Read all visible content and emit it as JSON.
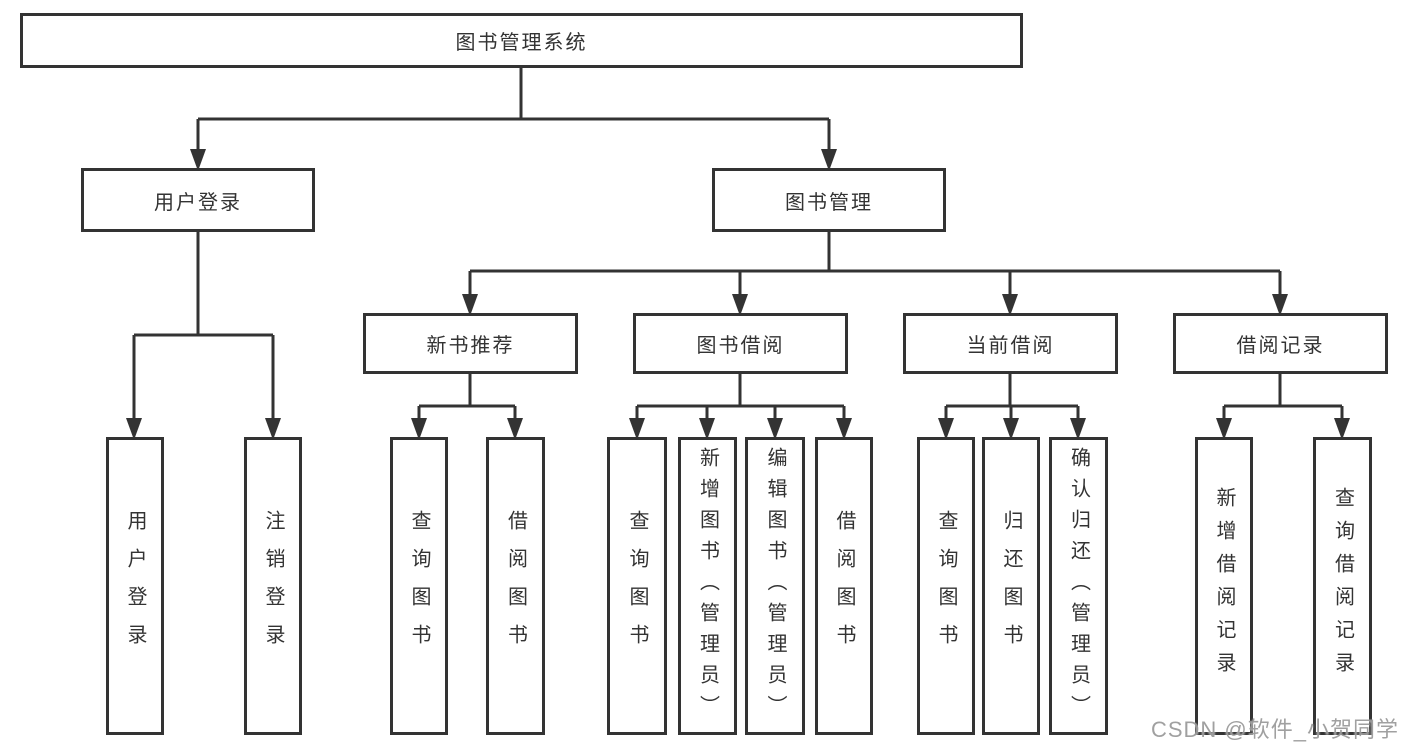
{
  "diagram": {
    "title": "图书管理系统",
    "nodes": {
      "root": {
        "label": "图书管理系统"
      },
      "user_login": {
        "label": "用户登录"
      },
      "book_mgmt": {
        "label": "图书管理"
      },
      "new_rec": {
        "label": "新书推荐"
      },
      "book_borrow": {
        "label": "图书借阅"
      },
      "current_borrow": {
        "label": "当前借阅"
      },
      "borrow_records": {
        "label": "借阅记录"
      },
      "ul_login": {
        "label": "用户登录"
      },
      "ul_logout": {
        "label": "注销登录"
      },
      "nr_query": {
        "label": "查询图书"
      },
      "nr_borrow": {
        "label": "借阅图书"
      },
      "bb_query": {
        "label": "查询图书"
      },
      "bb_add": {
        "label": "新增图书（管理员）"
      },
      "bb_edit": {
        "label": "编辑图书（管理员）"
      },
      "bb_borrow": {
        "label": "借阅图书"
      },
      "cb_query": {
        "label": "查询图书"
      },
      "cb_return": {
        "label": "归还图书"
      },
      "cb_confirm": {
        "label": "确认归还（管理员）"
      },
      "br_add": {
        "label": "新增借阅记录"
      },
      "br_query": {
        "label": "查询借阅记录"
      }
    },
    "hierarchy": {
      "图书管理系统": {
        "用户登录": [
          "用户登录",
          "注销登录"
        ],
        "图书管理": {
          "新书推荐": [
            "查询图书",
            "借阅图书"
          ],
          "图书借阅": [
            "查询图书",
            "新增图书（管理员）",
            "编辑图书（管理员）",
            "借阅图书"
          ],
          "当前借阅": [
            "查询图书",
            "归还图书",
            "确认归还（管理员）"
          ],
          "借阅记录": [
            "新增借阅记录",
            "查询借阅记录"
          ]
        }
      }
    },
    "watermark": "CSDN @软件_小贺同学",
    "colors": {
      "line": "#333333",
      "text": "#333333",
      "box_background": "#ffffff",
      "watermark": "#969696",
      "background": "#ffffff"
    }
  }
}
